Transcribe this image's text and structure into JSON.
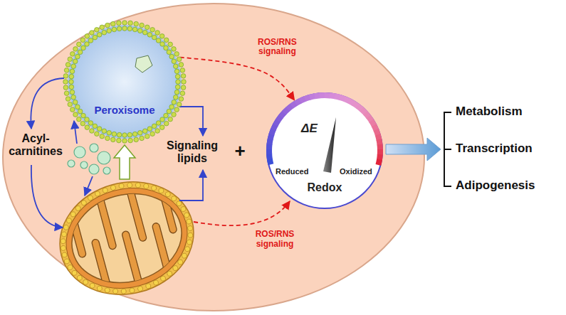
{
  "diagram": {
    "nodes": [
      {
        "text": [
          "Peroxisome"
        ]
      },
      {
        "text": [
          "ΔE",
          "Reduced",
          "Oxidized",
          "Redox"
        ]
      }
    ],
    "edges": [
      {
        "from": 0,
        "to": 1,
        "arrow": "to",
        "label": "ROS/RNS signaling"
      }
    ],
    "labels": [
      "Acyl- carnitines",
      "Signaling lipids",
      "+",
      "ROS/RNS signaling",
      "Metabolism",
      "Transcription",
      "Adipogenesis"
    ]
  }
}
